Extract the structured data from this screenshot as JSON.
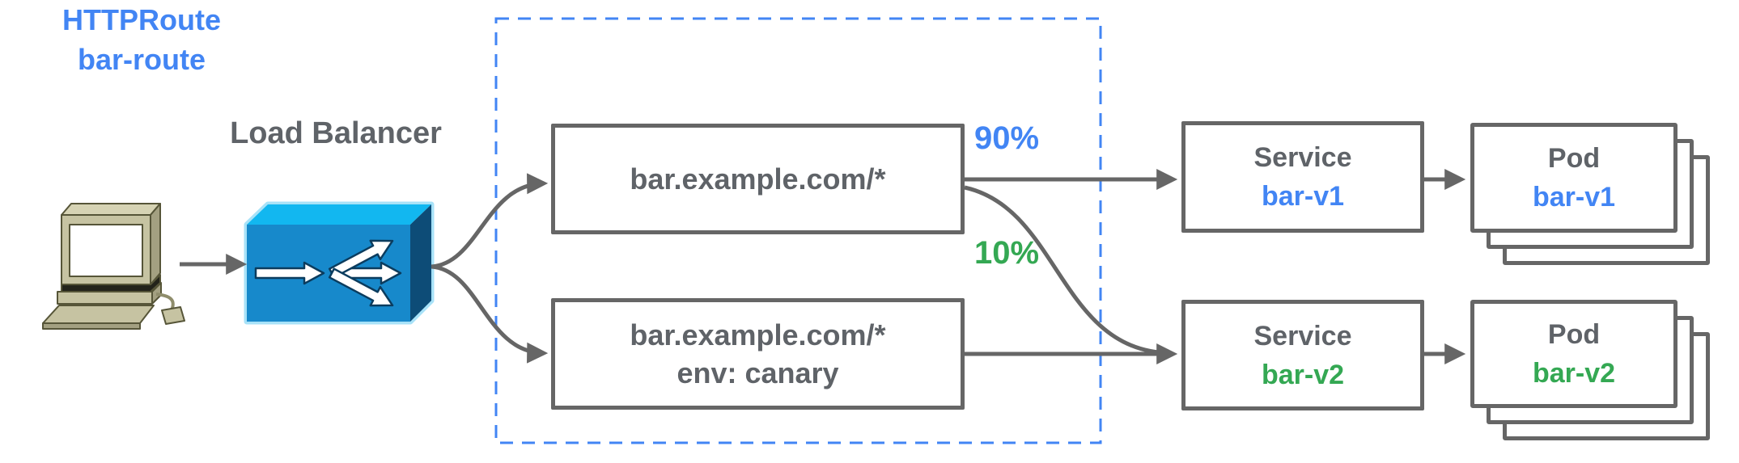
{
  "labels": {
    "load_balancer": "Load Balancer"
  },
  "httproute": {
    "kind": "HTTPRoute",
    "name": "bar-route"
  },
  "routes": [
    {
      "match": "bar.example.com/*",
      "weight": "90%"
    },
    {
      "match": "bar.example.com/*",
      "header_match": "env: canary",
      "weight": "10%"
    }
  ],
  "services": [
    {
      "kind": "Service",
      "name": "bar-v1"
    },
    {
      "kind": "Service",
      "name": "bar-v2"
    }
  ],
  "pods": [
    {
      "kind": "Pod",
      "name": "bar-v1"
    },
    {
      "kind": "Pod",
      "name": "bar-v2"
    }
  ],
  "icons": {
    "client": "desktop-computer-icon",
    "load_balancer": "load-balancer-box-icon"
  },
  "colors": {
    "accent_blue": "#4285F4",
    "accent_green": "#34A853",
    "line_gray": "#666666",
    "text_gray": "#5F6368",
    "lb_top": "#12B7F0",
    "lb_front": "#1789CB",
    "lb_side": "#0D4C77"
  }
}
